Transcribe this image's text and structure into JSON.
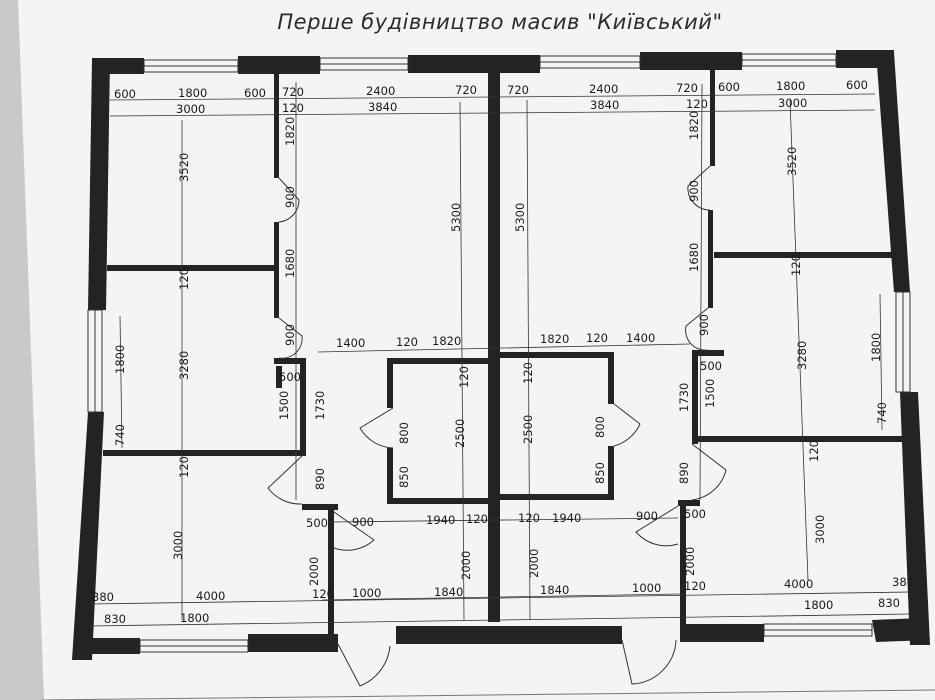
{
  "title": "Перше будівництво масив \"Київський\"",
  "colors": {
    "paper": "#f4f4f2",
    "wall": "#232323",
    "line": "#333333",
    "background": "#c9c9c9"
  },
  "dimensions": {
    "d01": "600",
    "d02": "1800",
    "d03": "600",
    "d04": "720",
    "d05": "2400",
    "d06": "720",
    "d07": "720",
    "d08": "2400",
    "d09": "720",
    "d10": "600",
    "d11": "1800",
    "d12": "600",
    "d13": "3000",
    "d14": "120",
    "d15": "3840",
    "d16": "3840",
    "d17": "120",
    "d18": "3000",
    "d19": "3520",
    "d20": "1820",
    "d21": "900",
    "d22": "5300",
    "d23": "5300",
    "d24": "1820",
    "d25": "900",
    "d26": "3520",
    "d27": "1680",
    "d28": "1680",
    "d29": "120",
    "d30": "120",
    "d31": "900",
    "d32": "1400",
    "d33": "120",
    "d34": "1820",
    "d35": "1820",
    "d36": "120",
    "d37": "1400",
    "d38": "900",
    "d39": "1800",
    "d40": "3280",
    "d41": "3280",
    "d42": "1800",
    "d43": "500",
    "d44": "500",
    "d45": "1500",
    "d46": "1730",
    "d47": "1730",
    "d48": "1500",
    "d49": "740",
    "d50": "740",
    "d51": "120",
    "d52": "120",
    "d53": "800",
    "d54": "2500",
    "d55": "2500",
    "d56": "800",
    "d57": "850",
    "d58": "850",
    "d59": "120",
    "d60": "890",
    "d61": "890",
    "d62": "120",
    "d63": "500",
    "d64": "900",
    "d65": "1940",
    "d66": "120",
    "d67": "120",
    "d68": "1940",
    "d69": "900",
    "d70": "500",
    "d71": "3000",
    "d72": "3000",
    "d73": "2000",
    "d74": "2000",
    "d75": "2000",
    "d76": "2000",
    "d77": "380",
    "d78": "4000",
    "d79": "120",
    "d80": "1000",
    "d81": "1840",
    "d82": "1840",
    "d83": "1000",
    "d84": "120",
    "d85": "4000",
    "d86": "380",
    "d87": "830",
    "d88": "1800",
    "d89": "1800",
    "d90": "830"
  }
}
